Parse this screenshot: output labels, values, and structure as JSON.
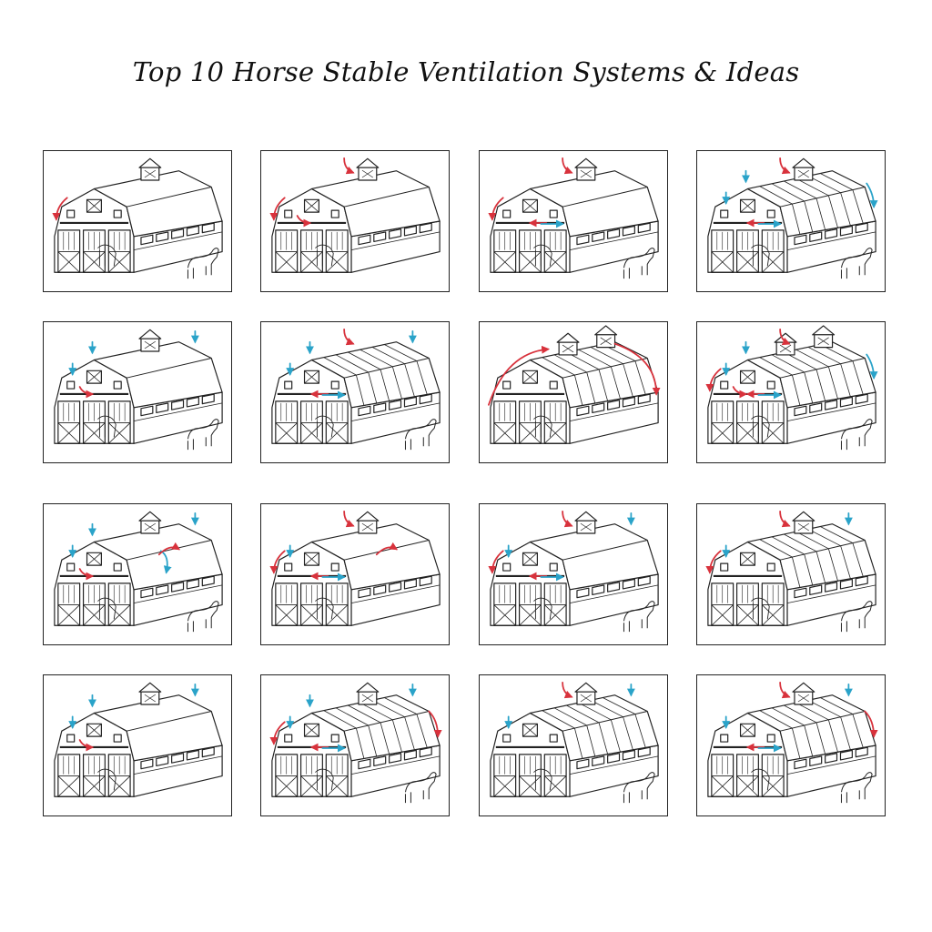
{
  "title": "Top 10 Horse Stable Ventilation Systems & Ideas",
  "colors": {
    "warm_air": "#d8323c",
    "cool_air": "#2aa3c9",
    "line": "#222222"
  },
  "panels": [
    {
      "roof": "plain",
      "cupolas": 1,
      "horse": true,
      "arrows": [
        "warm-left"
      ]
    },
    {
      "roof": "plain",
      "cupolas": 1,
      "horse": false,
      "arrows": [
        "warm-left",
        "warm-top",
        "warm-inner"
      ]
    },
    {
      "roof": "plain",
      "cupolas": 1,
      "horse": true,
      "arrows": [
        "warm-left",
        "warm-top",
        "flow-line"
      ]
    },
    {
      "roof": "ribbed",
      "cupolas": 1,
      "horse": true,
      "arrows": [
        "cool-left",
        "warm-top",
        "cool-top",
        "cool-right",
        "flow-line"
      ]
    },
    {
      "roof": "plain",
      "cupolas": 1,
      "horse": true,
      "arrows": [
        "cool-left",
        "cool-top",
        "cool-top2",
        "warm-inner"
      ]
    },
    {
      "roof": "ribbed",
      "cupolas": 0,
      "horse": true,
      "arrows": [
        "cool-left",
        "cool-top",
        "warm-top",
        "cool-top2",
        "flow-line"
      ]
    },
    {
      "roof": "ribbed",
      "cupolas": 2,
      "horse": false,
      "arrows": [
        "warm-arc-left",
        "warm-arc-right"
      ]
    },
    {
      "roof": "ribbed",
      "cupolas": 2,
      "horse": true,
      "arrows": [
        "warm-left",
        "cool-left",
        "cool-top",
        "warm-top",
        "warm-inner",
        "cool-right",
        "flow-line"
      ]
    },
    {
      "roof": "plain",
      "cupolas": 1,
      "horse": true,
      "arrows": [
        "cool-left",
        "cool-top",
        "cool-top2",
        "warm-inner",
        "cool-roof",
        "warm-roof"
      ]
    },
    {
      "roof": "plain",
      "cupolas": 1,
      "horse": false,
      "arrows": [
        "warm-left",
        "cool-left",
        "warm-top",
        "warm-roof",
        "flow-line"
      ]
    },
    {
      "roof": "plain",
      "cupolas": 1,
      "horse": true,
      "arrows": [
        "warm-left",
        "cool-left",
        "warm-top",
        "cool-top2",
        "flow-line"
      ]
    },
    {
      "roof": "ribbed",
      "cupolas": 1,
      "horse": true,
      "arrows": [
        "warm-left",
        "cool-left",
        "warm-top",
        "cool-top2"
      ]
    },
    {
      "roof": "plain",
      "cupolas": 1,
      "horse": false,
      "arrows": [
        "cool-left",
        "cool-top",
        "cool-top2",
        "warm-inner"
      ]
    },
    {
      "roof": "ribbed",
      "cupolas": 1,
      "horse": true,
      "arrows": [
        "warm-left",
        "cool-left",
        "cool-top",
        "cool-top2",
        "warm-right",
        "flow-line"
      ]
    },
    {
      "roof": "ribbed",
      "cupolas": 1,
      "horse": true,
      "arrows": [
        "cool-left",
        "warm-top",
        "cool-top2"
      ]
    },
    {
      "roof": "ribbed",
      "cupolas": 1,
      "horse": true,
      "arrows": [
        "cool-left",
        "warm-top",
        "cool-top2",
        "warm-right",
        "flow-line"
      ]
    }
  ]
}
